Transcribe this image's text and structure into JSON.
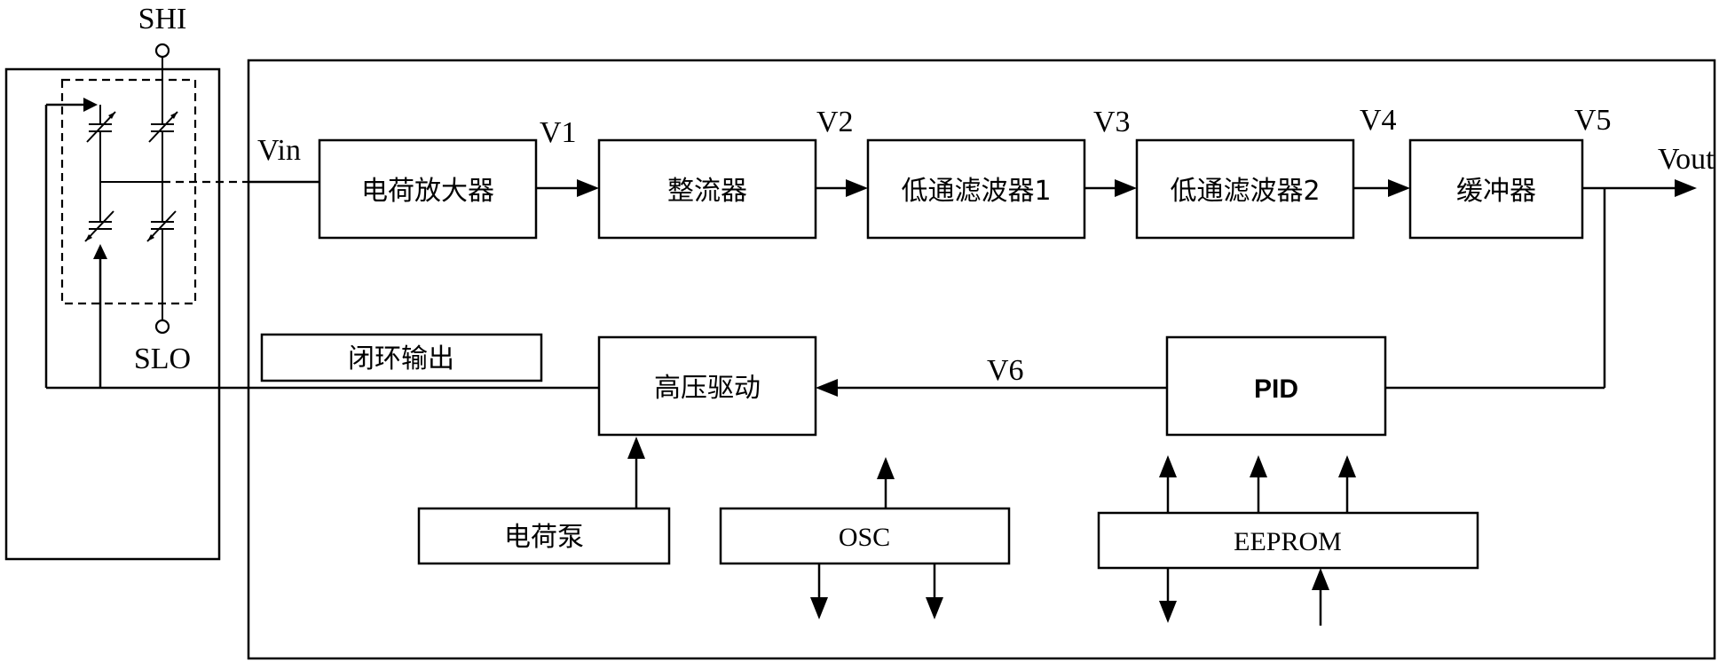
{
  "terminals": {
    "shi": "SHI",
    "slo": "SLO"
  },
  "signals": {
    "vin": "Vin",
    "v1": "V1",
    "v2": "V2",
    "v3": "V3",
    "v4": "V4",
    "v5": "V5",
    "v6": "V6",
    "vout": "Vout"
  },
  "blocks": {
    "charge_amp": "电荷放大器",
    "rectifier": "整流器",
    "lpf1": "低通滤波器1",
    "lpf2": "低通滤波器2",
    "buffer": "缓冲器",
    "closed_loop_output": "闭环输出",
    "hv_driver": "高压驱动",
    "pid": "PID",
    "charge_pump": "电荷泵",
    "osc": "OSC",
    "eeprom": "EEPROM"
  }
}
